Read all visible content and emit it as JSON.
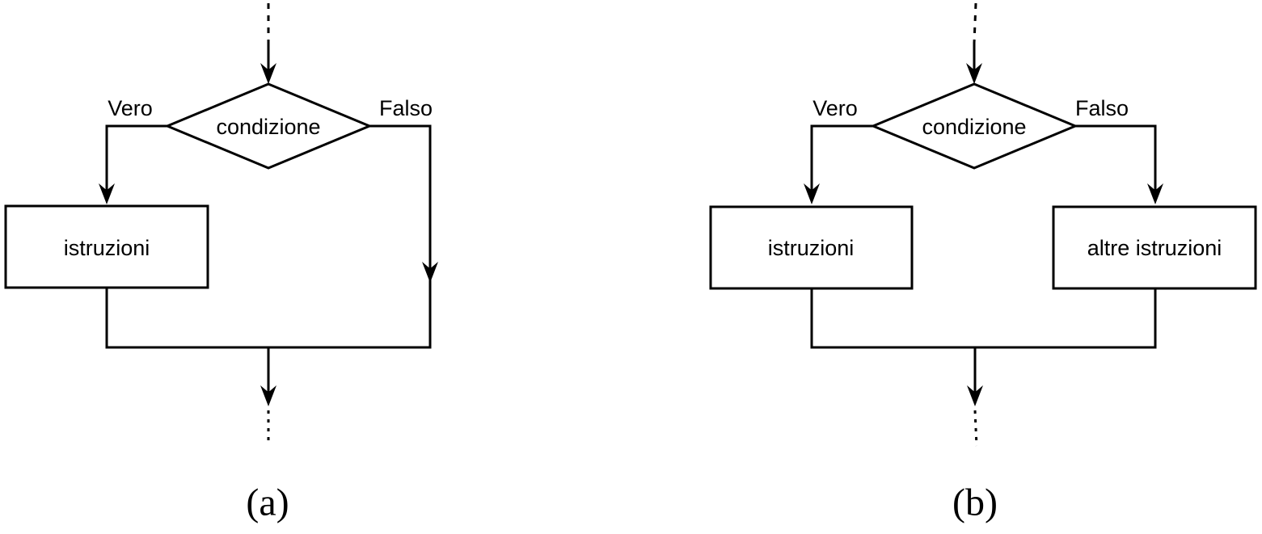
{
  "background": "#ffffff",
  "stroke_color": "#000000",
  "figure_a": {
    "caption": "(a)",
    "decision_label": "condizione",
    "true_branch_label": "Vero",
    "false_branch_label": "Falso",
    "true_box_label": "istruzioni"
  },
  "figure_b": {
    "caption": "(b)",
    "decision_label": "condizione",
    "true_branch_label": "Vero",
    "false_branch_label": "Falso",
    "true_box_label": "istruzioni",
    "false_box_label": "altre istruzioni"
  }
}
